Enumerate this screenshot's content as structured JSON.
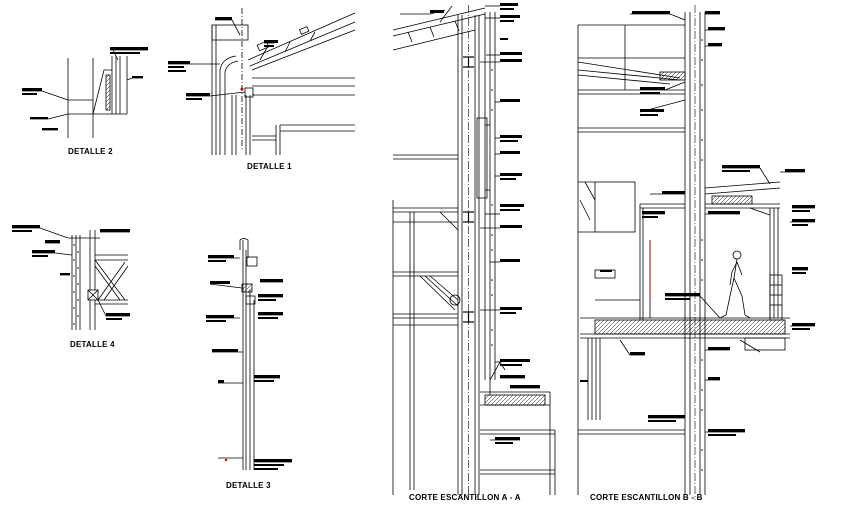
{
  "drawing": {
    "detail_2": "DETALLE 2",
    "detail_1": "DETALLE 1",
    "detail_4": "DETALLE 4",
    "detail_3": "DETALLE 3",
    "section_a": "CORTE ESCANTILLON A - A",
    "section_b": "CORTE ESCANTILLON B - B"
  },
  "colors": {
    "line": "#000000",
    "accent": "#cc0000",
    "background": "#ffffff"
  }
}
